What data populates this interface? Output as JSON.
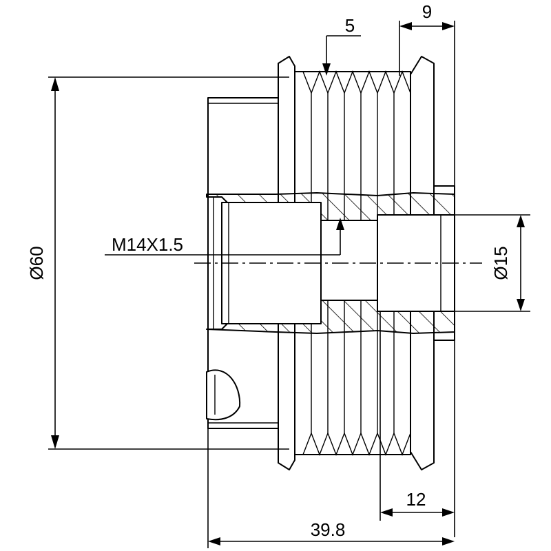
{
  "dimensions": {
    "groove_pitch": "5",
    "flange_width": "9",
    "outer_diameter": "Ø60",
    "thread": "M14X1.5",
    "bore_diameter": "Ø15",
    "bore_depth": "12",
    "overall_length": "39.8"
  }
}
